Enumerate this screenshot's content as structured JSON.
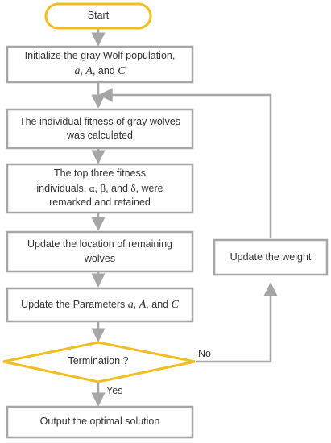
{
  "colors": {
    "box_stroke": "#a6a6a6",
    "connector": "#a6a6a6",
    "accent": "#f2be1f",
    "text": "#333333"
  },
  "nodes": {
    "start": {
      "label": "Start"
    },
    "init": {
      "line1": "Initialize the gray Wolf population,",
      "var_a": "a",
      "sep1": ", ",
      "var_A": "A",
      "sep2": ", and ",
      "var_C": "C"
    },
    "fitness": {
      "line1": "The individual fitness of gray wolves",
      "line2": "was calculated"
    },
    "top3": {
      "line1": "The top three fitness",
      "line2_pre": "individuals,",
      "alpha": "α",
      "sep1": ", ",
      "beta": "β",
      "sep2": ", and",
      "delta": "δ",
      "line2_post": ", were",
      "line3": "remarked and retained"
    },
    "update_loc": {
      "line1": "Update the location of remaining",
      "line2": "wolves"
    },
    "update_params": {
      "pre": "Update the Parameters ",
      "var_a": "a",
      "sep1": ", ",
      "var_A": "A",
      "sep2": ", and ",
      "var_C": "C"
    },
    "termination": {
      "label": "Termination ?"
    },
    "update_weight": {
      "label": "Update the weight"
    },
    "output": {
      "label": "Output the optimal solution"
    }
  },
  "edges": {
    "no_label": "No",
    "yes_label": "Yes"
  }
}
